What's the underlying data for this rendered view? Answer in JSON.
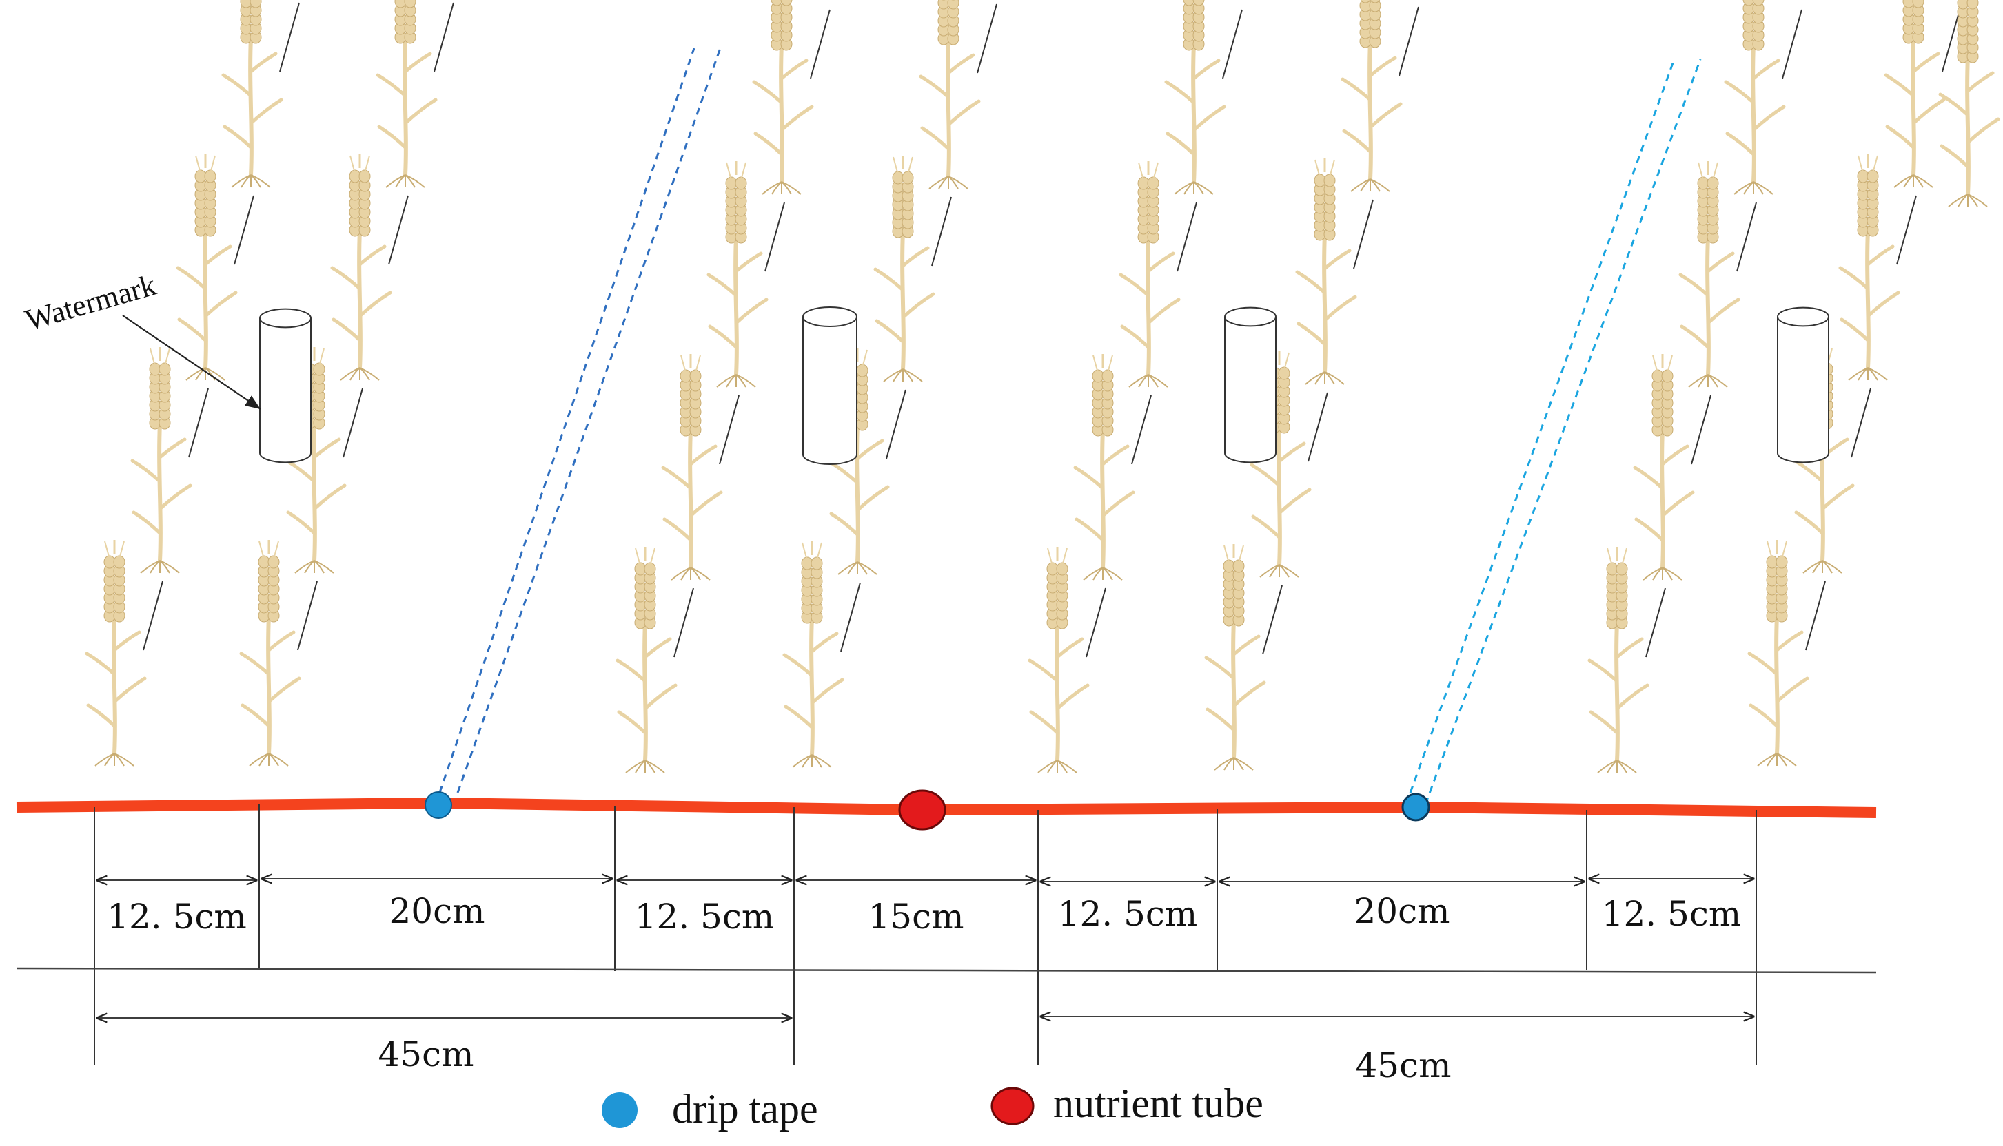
{
  "colors": {
    "row_line": "#f4431e",
    "drip": "#1f96d6",
    "drip_dash": "#2f6fc0",
    "nutrient": "#e31a1c",
    "wheat": "#e8d3a4",
    "ink": "#222222"
  },
  "callout": {
    "label": "Watermark"
  },
  "dimensions": {
    "segments": [
      {
        "label": "12. 5cm"
      },
      {
        "label": "20cm"
      },
      {
        "label": "12. 5cm"
      },
      {
        "label": "15cm"
      },
      {
        "label": "12. 5cm"
      },
      {
        "label": "20cm"
      },
      {
        "label": "12. 5cm"
      }
    ],
    "totals": [
      {
        "label": "45cm"
      },
      {
        "label": "45cm"
      }
    ]
  },
  "legend": {
    "items": [
      {
        "label": "drip tape",
        "icon": "drip-tape-dot-icon"
      },
      {
        "label": "nutrient tube",
        "icon": "nutrient-tube-dot-icon"
      }
    ]
  }
}
